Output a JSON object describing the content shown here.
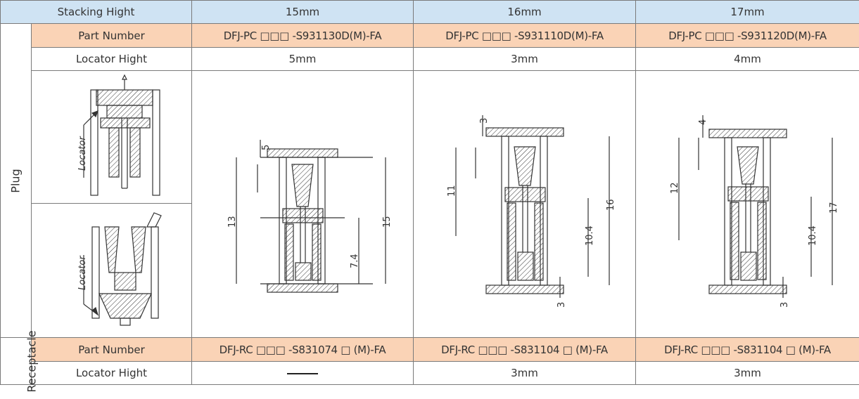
{
  "header": {
    "stacking_label": "Stacking Hight",
    "heights": [
      "15mm",
      "16mm",
      "17mm"
    ]
  },
  "plug": {
    "label": "Plug",
    "part_label": "Part Number",
    "parts": [
      "DFJ-PC □□□ -S931130D(M)-FA",
      "DFJ-PC □□□ -S931110D(M)-FA",
      "DFJ-PC □□□ -S931120D(M)-FA"
    ],
    "locator_label": "Locator Hight",
    "locator_heights": [
      "5mm",
      "3mm",
      "4mm"
    ],
    "diagram_label": "Locator"
  },
  "receptacle": {
    "label": "Receptacle",
    "part_label": "Part Number",
    "parts": [
      "DFJ-RC □□□ -S831074 □ (M)-FA",
      "DFJ-RC □□□ -S831104 □ (M)-FA",
      "DFJ-RC □□□ -S831104 □ (M)-FA"
    ],
    "locator_label": "Locator Hight",
    "locator_heights": [
      "",
      "3mm",
      "3mm"
    ],
    "diagram_label": "Locator"
  },
  "drawings": [
    {
      "dims": [
        "5",
        "13",
        "7.4",
        "15"
      ]
    },
    {
      "dims": [
        "3",
        "11",
        "10.4",
        "16",
        "3"
      ]
    },
    {
      "dims": [
        "4",
        "12",
        "10.4",
        "17",
        "3"
      ]
    }
  ],
  "colors": {
    "header_bg": "#cfe3f3",
    "part_bg": "#fad3b6",
    "border": "#7a7a7a"
  }
}
